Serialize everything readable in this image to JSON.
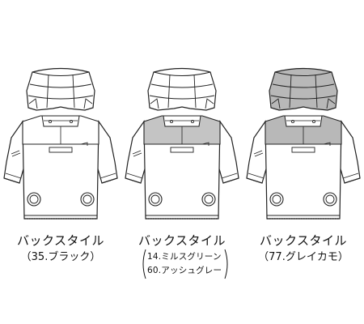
{
  "columns": [
    {
      "caption": "バックスタイル",
      "color_label": "（35.ブラック）",
      "yoke_fill": "#ffffff",
      "hood_fill": "#ffffff"
    },
    {
      "caption": "バックスタイル",
      "color_lines": [
        "14.ミルスグリーン",
        "60.アッシュグレー"
      ],
      "yoke_fill": "#c4c4c4",
      "hood_fill": "#ffffff"
    },
    {
      "caption": "バックスタイル",
      "color_label": "（77.グレイカモ）",
      "yoke_fill": "#b8b8b8",
      "hood_fill": "#b8b8b8"
    }
  ]
}
